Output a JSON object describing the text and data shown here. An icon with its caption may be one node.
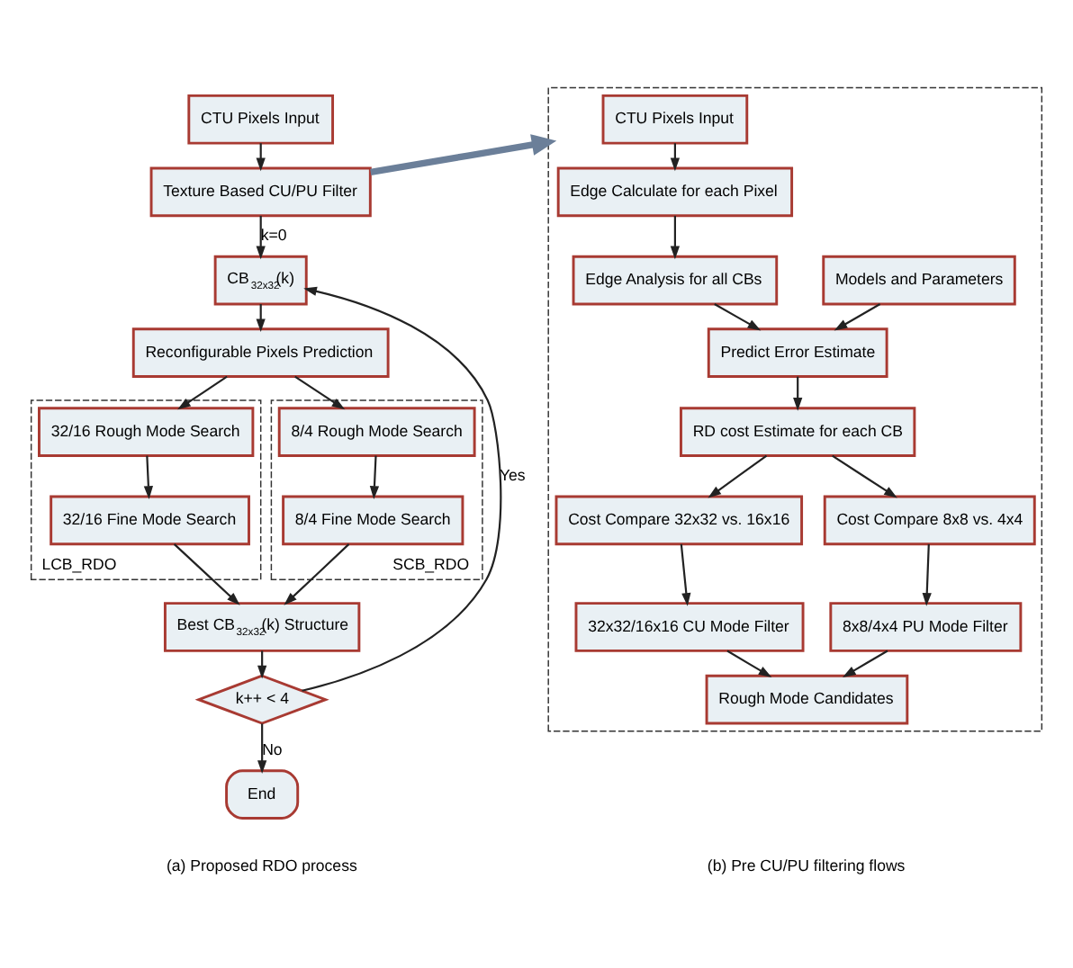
{
  "diagram": {
    "nodes": [
      {
        "text": [
          "CTU Pixels Input"
        ]
      },
      {
        "text": [
          "Texture Based CU/PU Filter"
        ]
      },
      {
        "text": [
          "CB$_{32x32}$(k)"
        ]
      },
      {
        "text": [
          "Reconfigurable Pixels Prediction"
        ]
      },
      {
        "text": [],
        "shape": "box",
        "beside": [
          "LCB_RDO"
        ]
      },
      {
        "text": [
          "32/16 Rough Mode Search"
        ],
        "in": 4
      },
      {
        "text": [
          "32/16 Fine Mode Search"
        ],
        "in": 4
      },
      {
        "text": [],
        "shape": "box",
        "beside": [
          "SCB_RDO"
        ]
      },
      {
        "text": [
          "8/4 Rough Mode Search"
        ],
        "in": 7
      },
      {
        "text": [
          "8/4 Fine Mode Search"
        ],
        "in": 7
      },
      {
        "text": [
          "Best CB$_{32x32}$(k) Structure"
        ]
      },
      {
        "text": [
          "k++ < 4"
        ]
      },
      {
        "text": [
          "End"
        ]
      },
      {
        "text": [],
        "shape": "box"
      },
      {
        "text": [
          "CTU Pixels Input"
        ],
        "in": 13
      },
      {
        "text": [
          "Edge Calculate for each Pixel"
        ],
        "in": 13
      },
      {
        "text": [
          "Edge Analysis for all CBs"
        ],
        "in": 13
      },
      {
        "text": [
          "Models and Parameters"
        ],
        "in": 13
      },
      {
        "text": [
          "Predict Error Estimate"
        ],
        "in": 13
      },
      {
        "text": [
          "RD cost Estimate for each CB"
        ],
        "in": 13
      },
      {
        "text": [
          "Cost Compare 32x32 vs. 16x16"
        ],
        "in": 13
      },
      {
        "text": [
          "Cost Compare 8x8 vs. 4x4"
        ],
        "in": 13
      },
      {
        "text": [
          "32x32/16x16 CU Mode Filter"
        ],
        "in": 13
      },
      {
        "text": [
          "8x8/4x4 PU Mode Filter"
        ],
        "in": 13
      },
      {
        "text": [
          "Rough Mode Candidates"
        ],
        "in": 13
      }
    ],
    "edges": [
      {
        "from": 0,
        "to": 1,
        "arrow": "to"
      },
      {
        "from": 1,
        "to": 2,
        "arrow": "to",
        "label": "k=0"
      },
      {
        "from": 2,
        "to": 3,
        "arrow": "to"
      },
      {
        "from": 3,
        "to": 5,
        "arrow": "to"
      },
      {
        "from": 3,
        "to": 8,
        "arrow": "to"
      },
      {
        "from": 5,
        "to": 6,
        "arrow": "to"
      },
      {
        "from": 8,
        "to": 9,
        "arrow": "to"
      },
      {
        "from": 6,
        "to": 10,
        "arrow": "to"
      },
      {
        "from": 9,
        "to": 10,
        "arrow": "to"
      },
      {
        "from": 10,
        "to": 11,
        "arrow": "to"
      },
      {
        "from": 11,
        "to": 2,
        "arrow": "to",
        "label": "Yes"
      },
      {
        "from": 11,
        "to": 12,
        "arrow": "to",
        "label": "No"
      },
      {
        "from": 1,
        "to": 13,
        "arrow": "to",
        "style": "thick",
        "color": "#6b7f99"
      },
      {
        "from": 14,
        "to": 15,
        "arrow": "to"
      },
      {
        "from": 15,
        "to": 16,
        "arrow": "to"
      },
      {
        "from": 16,
        "to": 18,
        "arrow": "to"
      },
      {
        "from": 17,
        "to": 18,
        "arrow": "to"
      },
      {
        "from": 18,
        "to": 19,
        "arrow": "to"
      },
      {
        "from": 19,
        "to": 20,
        "arrow": "to"
      },
      {
        "from": 19,
        "to": 21,
        "arrow": "to"
      },
      {
        "from": 20,
        "to": 22,
        "arrow": "to"
      },
      {
        "from": 21,
        "to": 23,
        "arrow": "to"
      },
      {
        "from": 22,
        "to": 24,
        "arrow": "to"
      },
      {
        "from": 23,
        "to": 24,
        "arrow": "to"
      }
    ],
    "labels": [
      "(a) Proposed RDO process",
      "(b) Pre CU/PU filtering flows"
    ]
  }
}
